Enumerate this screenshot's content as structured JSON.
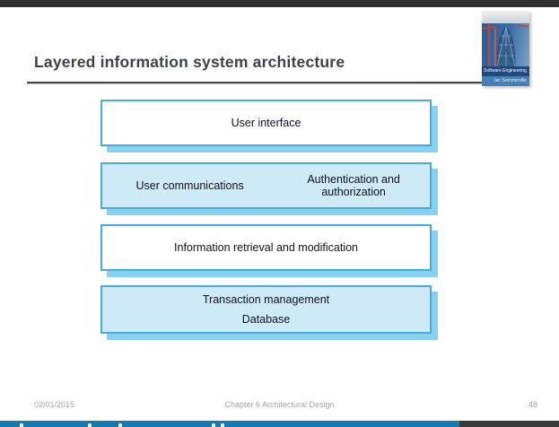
{
  "slide": {
    "title": "Layered information system architecture",
    "logo": {
      "title": "Software Engineering",
      "author": "Ian Sommerville"
    },
    "diagram": {
      "layers": [
        {
          "variant": "white",
          "label": "User interface"
        },
        {
          "variant": "blue",
          "label_left": "User communications",
          "label_right": "Authentication and authorization"
        },
        {
          "variant": "white",
          "label": "Information retrieval and modification"
        },
        {
          "variant": "blue",
          "line1": "Transaction management",
          "line2": "Database"
        }
      ]
    },
    "footer": {
      "date": "02/01/2015",
      "center": "Chapter 6 Architectural Design",
      "page": "48"
    },
    "colors": {
      "top_bar": "#2f2f2f",
      "bottom_bar_blue": "#1878b0",
      "bottom_bar_dark": "#3a3a3a",
      "layer_border": "#45ace1",
      "layer_fill_blue": "#cfeaf7",
      "layer_fill_white": "#ffffff",
      "layer_shadow": "#85d1ef",
      "title_text": "#40404a",
      "footer_text": "#a5a5a5"
    }
  }
}
